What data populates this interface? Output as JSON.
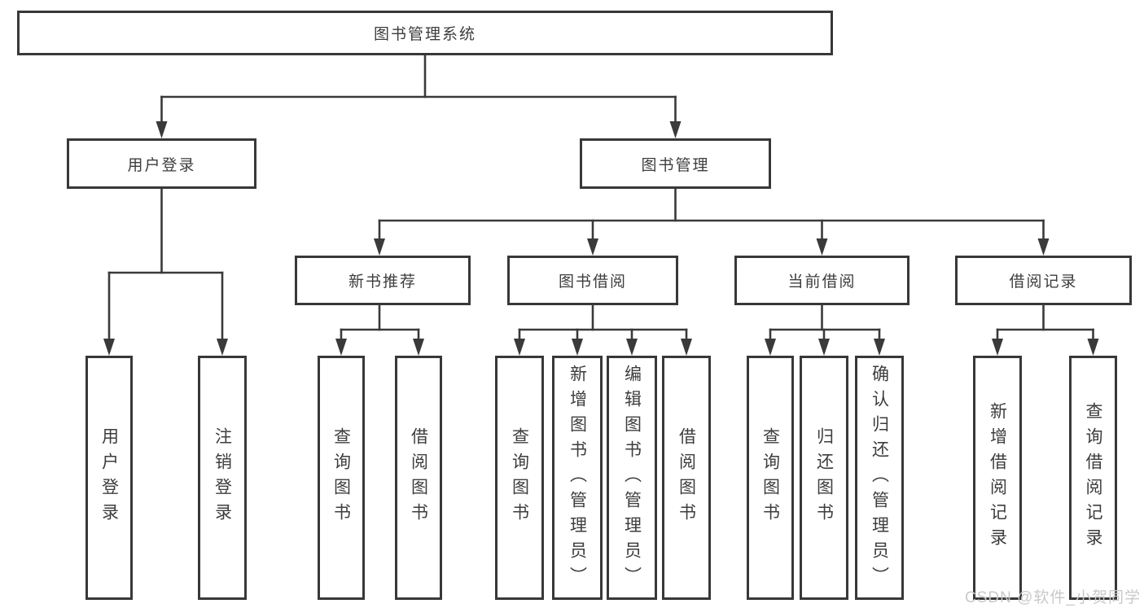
{
  "diagram_type": "functional-structure-tree",
  "tree": {
    "label": "图书管理系统",
    "children": [
      {
        "label": "用户登录",
        "children": [
          {
            "label": "用户登录"
          },
          {
            "label": "注销登录"
          }
        ]
      },
      {
        "label": "图书管理",
        "children": [
          {
            "label": "新书推荐",
            "children": [
              {
                "label": "查询图书"
              },
              {
                "label": "借阅图书"
              }
            ]
          },
          {
            "label": "图书借阅",
            "children": [
              {
                "label": "查询图书"
              },
              {
                "label": "新增图书（管理员）"
              },
              {
                "label": "编辑图书（管理员）"
              },
              {
                "label": "借阅图书"
              }
            ]
          },
          {
            "label": "当前借阅",
            "children": [
              {
                "label": "查询图书"
              },
              {
                "label": "归还图书"
              },
              {
                "label": "确认归还（管理员）"
              }
            ]
          },
          {
            "label": "借阅记录",
            "children": [
              {
                "label": "新增借阅记录"
              },
              {
                "label": "查询借阅记录"
              }
            ]
          }
        ]
      }
    ]
  },
  "watermark": "CSDN @软件_小贺同学",
  "colors": {
    "background": "#ffffff",
    "box_border": "#383838",
    "connector_line": "#3a3a3a",
    "text": "#3d3d3d",
    "watermark_text": "#c9c9c9"
  }
}
